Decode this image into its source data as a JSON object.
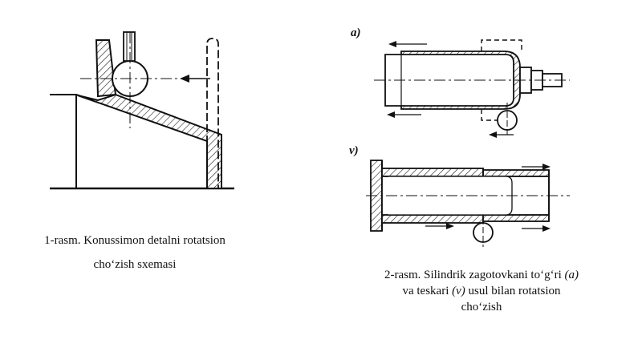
{
  "figure1": {
    "caption_line1": "1-rasm. Konussimon detalni rotatsion",
    "caption_line2": "cho‘zish sxemasi"
  },
  "figure2": {
    "label_a": "a)",
    "label_v": "v)",
    "caption_part1": "2-rasm. Silindrik zagotovkani to‘g‘ri ",
    "caption_a": "(a)",
    "caption_part2": "va  teskari ",
    "caption_v": "(v)",
    "caption_part3": " usul bilan rotatsion",
    "caption_line3": "cho‘zish"
  }
}
